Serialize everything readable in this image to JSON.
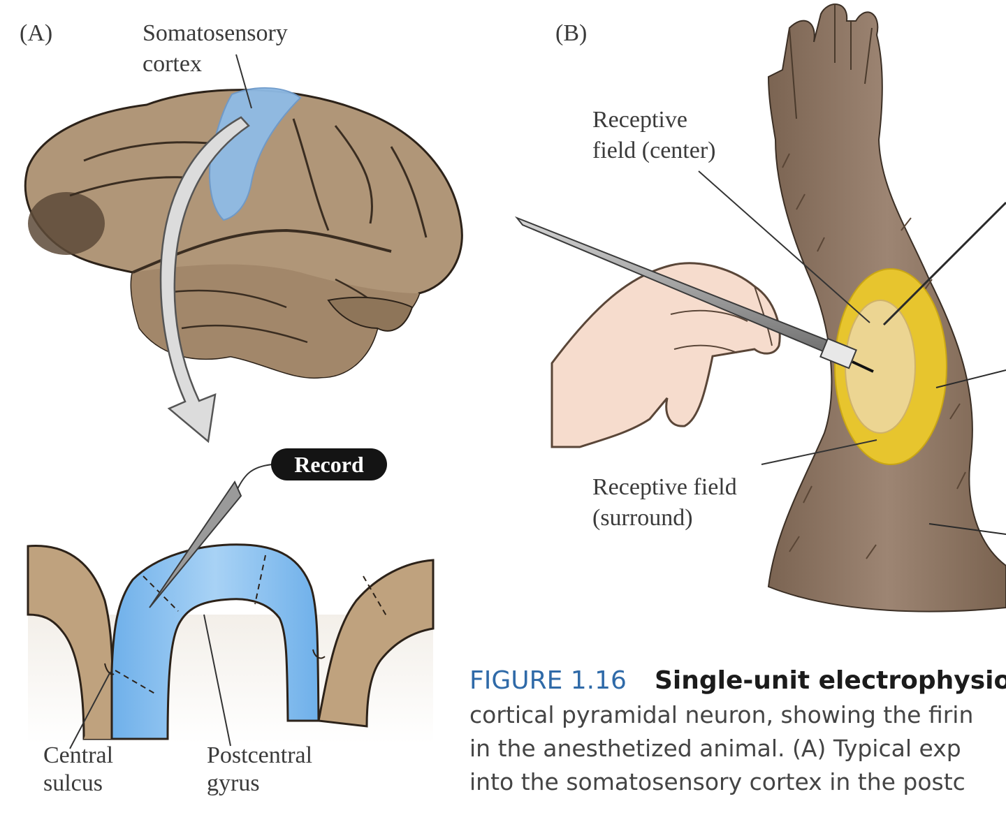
{
  "panel_a": {
    "label": "(A)",
    "somatosensory_line1": "Somatosensory",
    "somatosensory_line2": "cortex",
    "record_label": "Record",
    "central_line1": "Central",
    "central_line2": "sulcus",
    "postcentral_line1": "Postcentral",
    "postcentral_line2": "gyrus"
  },
  "panel_b": {
    "label": "(B)",
    "center_line1": "Receptive",
    "center_line2": "field (center)",
    "surround_line1": "Receptive field",
    "surround_line2": "(surround)"
  },
  "caption": {
    "figure_number": "FIGURE 1.16",
    "title": "Single-unit electrophysio",
    "line1": "cortical pyramidal neuron, showing the firin",
    "line2": "in the anesthetized animal. (A) Typical exp",
    "line3": "into the somatosensory cortex in the postc"
  },
  "colors": {
    "brain": "#b39a7c",
    "somatosensory_highlight": "#8fbbe6",
    "cortex_section_blue": "#79b8ec",
    "cortex_section_tan": "#bfa27e",
    "skin_arm": "#8f7663",
    "receptive_center": "#ecd592",
    "receptive_surround": "#e7c52e",
    "figure_blue": "#2f6aa8"
  }
}
